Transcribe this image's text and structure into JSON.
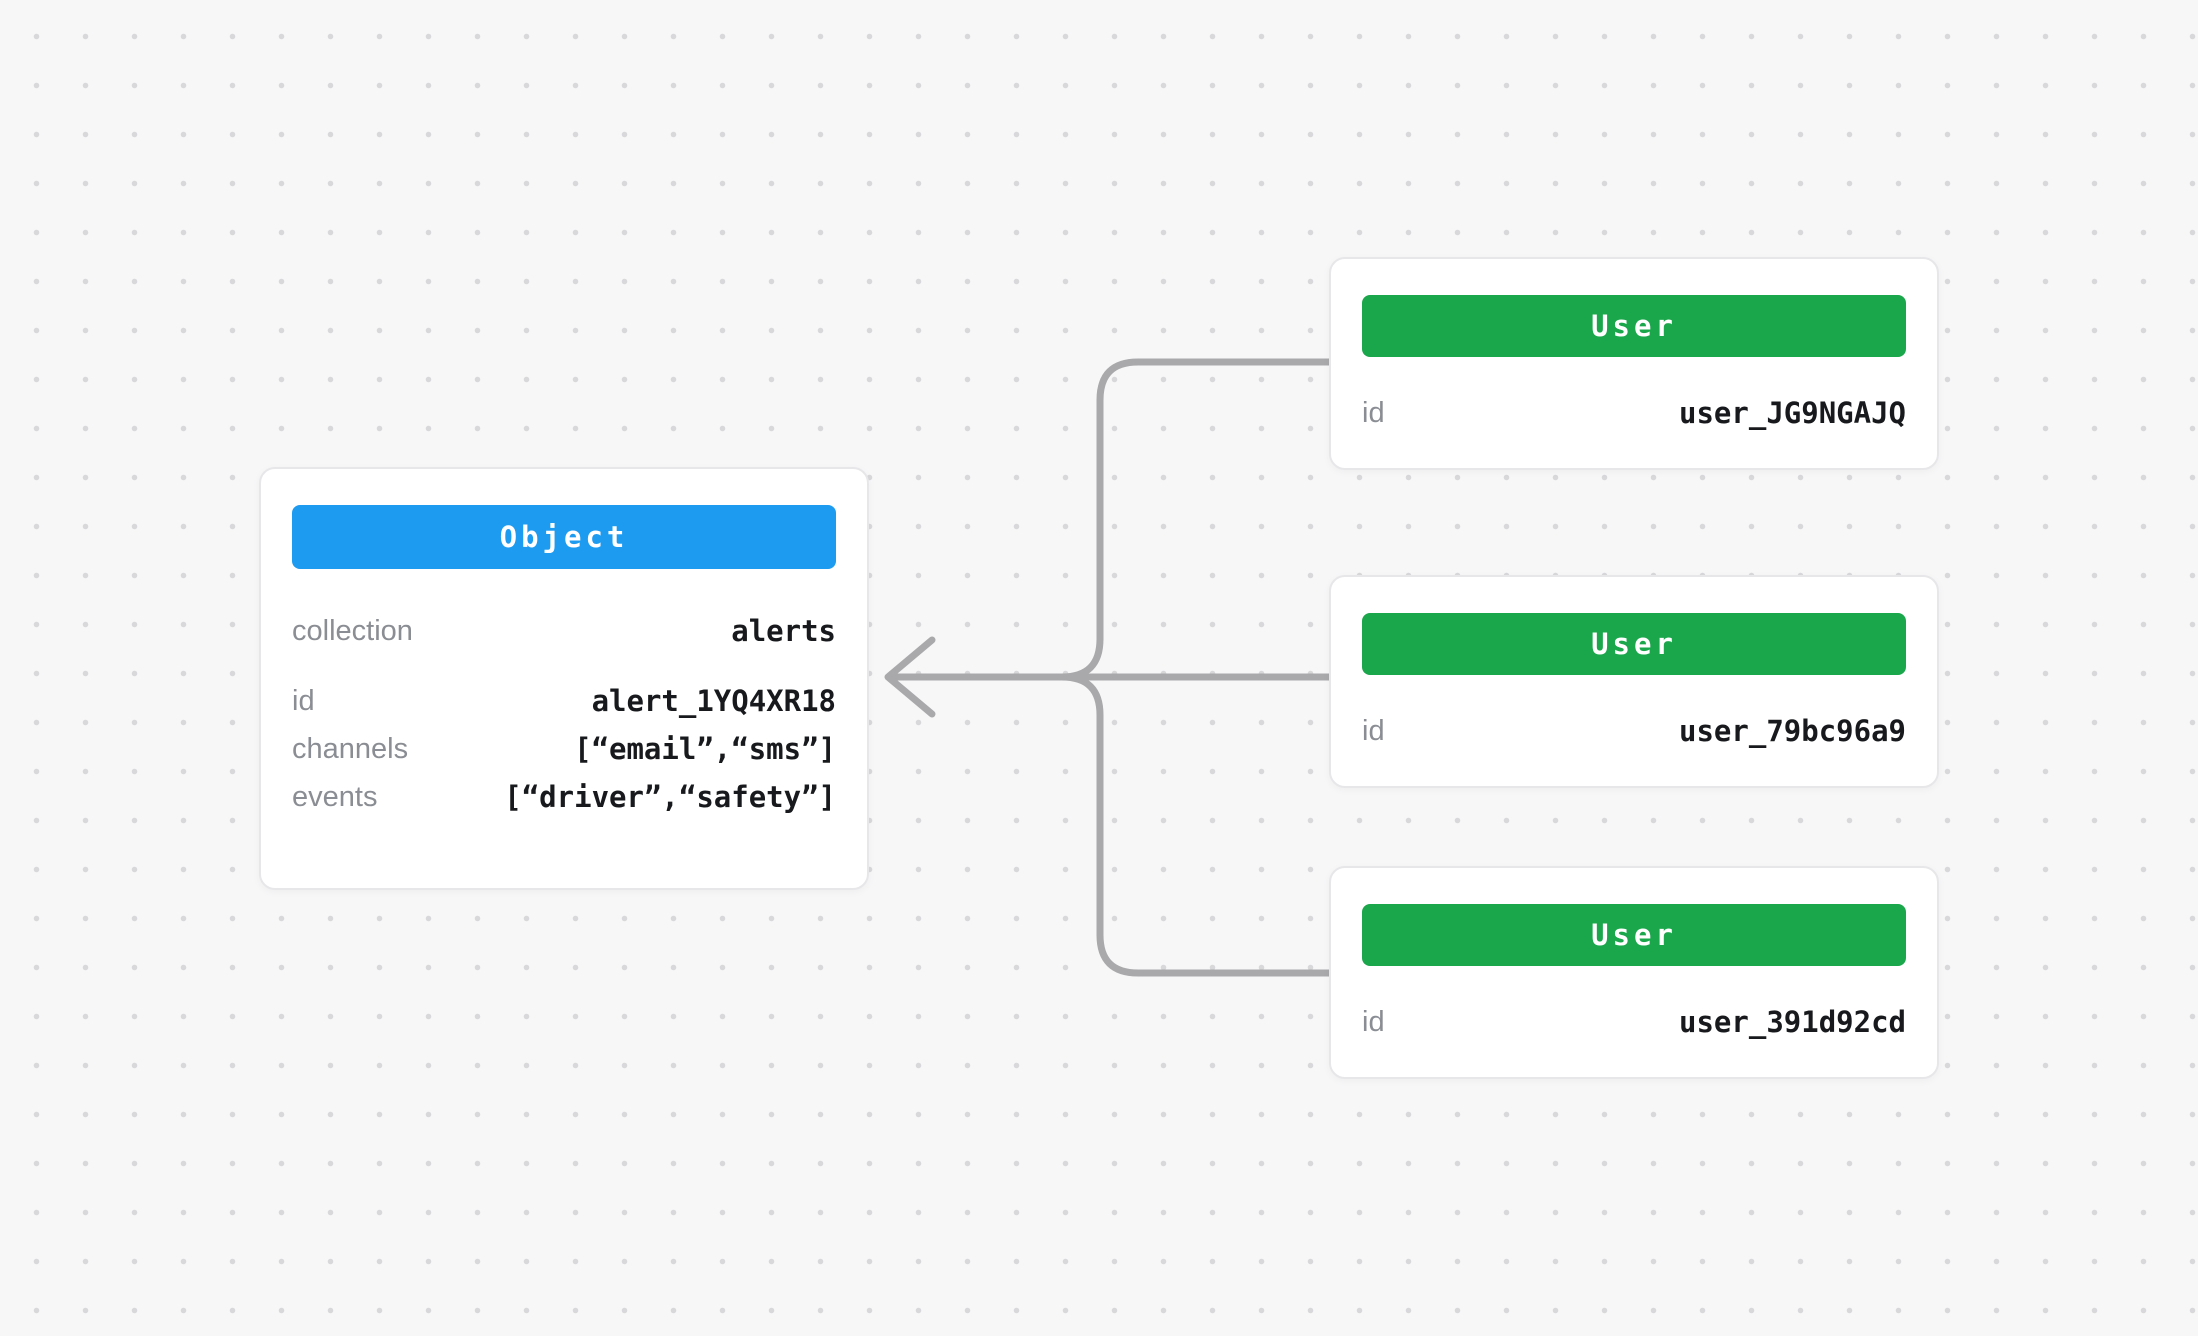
{
  "background": {
    "color": "#f7f7f8",
    "dot_color": "#d8d8db"
  },
  "connector": {
    "color": "#a9a9ab"
  },
  "object_card": {
    "header_label": "Object",
    "header_color": "#1d9bf0",
    "rows": [
      {
        "label": "collection",
        "value": "alerts"
      },
      {
        "label": "id",
        "value": "alert_1YQ4XR18"
      },
      {
        "label": "channels",
        "value": "[“email”,“sms”]"
      },
      {
        "label": "events",
        "value": "[“driver”,“safety”]"
      }
    ]
  },
  "user_cards": [
    {
      "header_label": "User",
      "header_color": "#1aa64b",
      "rows": [
        {
          "label": "id",
          "value": "user_JG9NGAJQ"
        }
      ]
    },
    {
      "header_label": "User",
      "header_color": "#1aa64b",
      "rows": [
        {
          "label": "id",
          "value": "user_79bc96a9"
        }
      ]
    },
    {
      "header_label": "User",
      "header_color": "#1aa64b",
      "rows": [
        {
          "label": "id",
          "value": "user_391d92cd"
        }
      ]
    }
  ]
}
